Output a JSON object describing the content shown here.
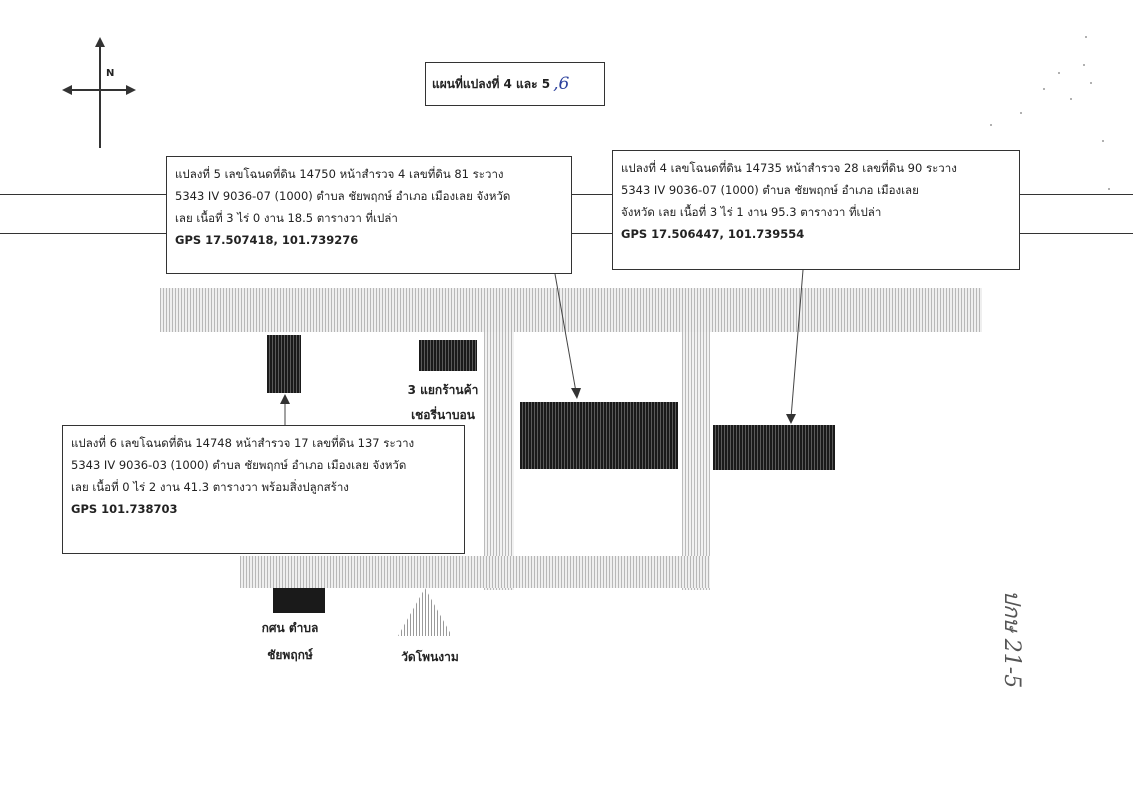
{
  "compass": {
    "label": "N"
  },
  "title": {
    "text": "แผนที่แปลงที่ 4 และ 5",
    "handwritten": ",6"
  },
  "parcel5": {
    "line1": "แปลงที่ 5 เลขโฉนดที่ดิน 14750 หน้าสำรวจ 4 เลขที่ดิน 81 ระวาง",
    "line2": "5343 IV 9036-07 (1000) ตำบล ชัยพฤกษ์ อำเภอ เมืองเลย จังหวัด",
    "line3": "เลย เนื้อที่ 3 ไร่ 0 งาน 18.5 ตารางวา ที่เปล่า",
    "gps": "GPS 17.507418, 101.739276"
  },
  "parcel4": {
    "line1": "แปลงที่ 4 เลขโฉนดที่ดิน 14735 หน้าสำรวจ 28 เลขที่ดิน 90 ระวาง",
    "line2": "5343 IV 9036-07 (1000) ตำบล ชัยพฤกษ์ อำเภอ เมืองเลย",
    "line3": "จังหวัด เลย เนื้อที่ 3 ไร่ 1 งาน 95.3 ตารางวา ที่เปล่า",
    "gps": "GPS 17.506447, 101.739554"
  },
  "parcel6": {
    "line1": "แปลงที่ 6 เลขโฉนดที่ดิน 14748 หน้าสำรวจ 17 เลขที่ดิน 137 ระวาง",
    "line2": "5343 IV 9036-03 (1000) ตำบล ชัยพฤกษ์ อำเภอ เมืองเลย จังหวัด",
    "line3": "เลย เนื้อที่ 0 ไร่ 2 งาน 41.3 ตารางวา พร้อมสิ่งปลูกสร้าง",
    "gps": "GPS 101.738703"
  },
  "landmarks": {
    "junction_line1": "3 แยกร้านค้า",
    "junction_line2": "เชอรี่นาบอน",
    "office_line1": "กศน ตำบล",
    "office_line2": "ชัยพฤกษ์",
    "temple": "วัดโพนงาม"
  },
  "margin_note": "ปกษ 21-5"
}
